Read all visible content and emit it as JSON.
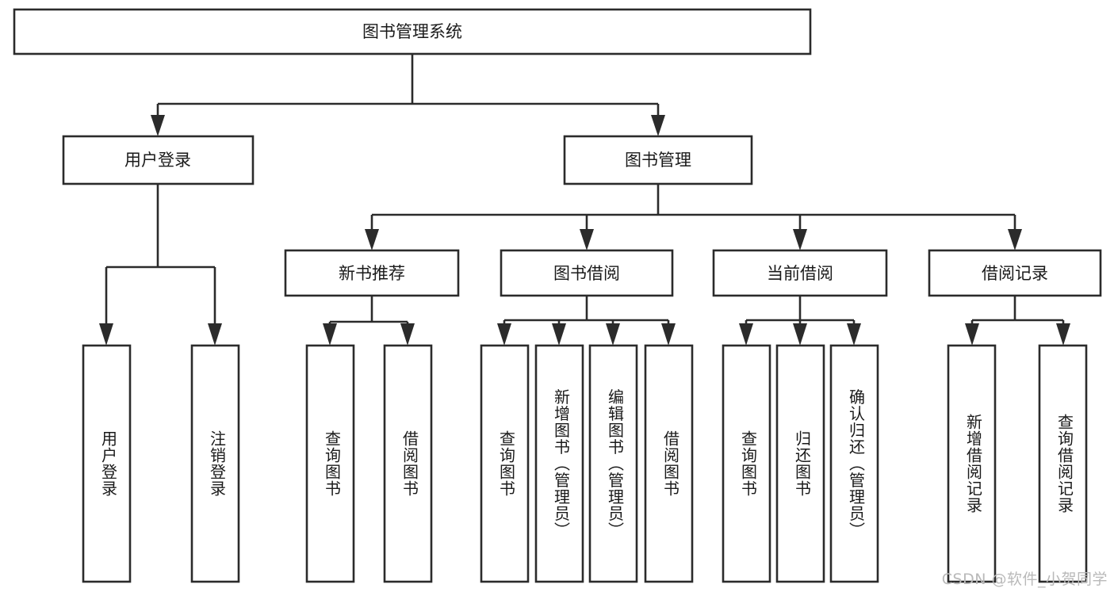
{
  "diagram": {
    "type": "tree",
    "title": "图书管理系统",
    "orientation": "top-down",
    "root": {
      "id": "root",
      "label": "图书管理系统"
    },
    "level2": [
      {
        "id": "user-login",
        "label": "用户登录"
      },
      {
        "id": "book-manage",
        "label": "图书管理"
      }
    ],
    "level3": [
      {
        "id": "new-book-recommend",
        "label": "新书推荐",
        "parent": "book-manage"
      },
      {
        "id": "book-borrow",
        "label": "图书借阅",
        "parent": "book-manage"
      },
      {
        "id": "current-borrow",
        "label": "当前借阅",
        "parent": "book-manage"
      },
      {
        "id": "borrow-record",
        "label": "借阅记录",
        "parent": "book-manage"
      }
    ],
    "leaves": {
      "user-login": [
        {
          "id": "leaf-user-login",
          "label": "用户登录"
        },
        {
          "id": "leaf-logout-login",
          "label": "注销登录"
        }
      ],
      "new-book-recommend": [
        {
          "id": "leaf-query-book-1",
          "label": "查询图书"
        },
        {
          "id": "leaf-borrow-book-1",
          "label": "借阅图书"
        }
      ],
      "book-borrow": [
        {
          "id": "leaf-query-book-2",
          "label": "查询图书"
        },
        {
          "id": "leaf-add-book",
          "label": "新增图书（管理员）"
        },
        {
          "id": "leaf-edit-book",
          "label": "编辑图书（管理员）"
        },
        {
          "id": "leaf-borrow-book-2",
          "label": "借阅图书"
        }
      ],
      "current-borrow": [
        {
          "id": "leaf-query-book-3",
          "label": "查询图书"
        },
        {
          "id": "leaf-return-book",
          "label": "归还图书"
        },
        {
          "id": "leaf-confirm-return",
          "label": "确认归还（管理员）"
        }
      ],
      "borrow-record": [
        {
          "id": "leaf-add-record",
          "label": "新增借阅记录"
        },
        {
          "id": "leaf-query-record",
          "label": "查询借阅记录"
        }
      ]
    },
    "colors": {
      "box_stroke": "#2b2b2b",
      "box_fill": "#ffffff",
      "text": "#1a1a1a",
      "connector": "#2b2b2b",
      "watermark": "#b9b9b9",
      "background": "#ffffff"
    }
  },
  "watermark": {
    "text": "CSDN @软件_小贺同学"
  }
}
